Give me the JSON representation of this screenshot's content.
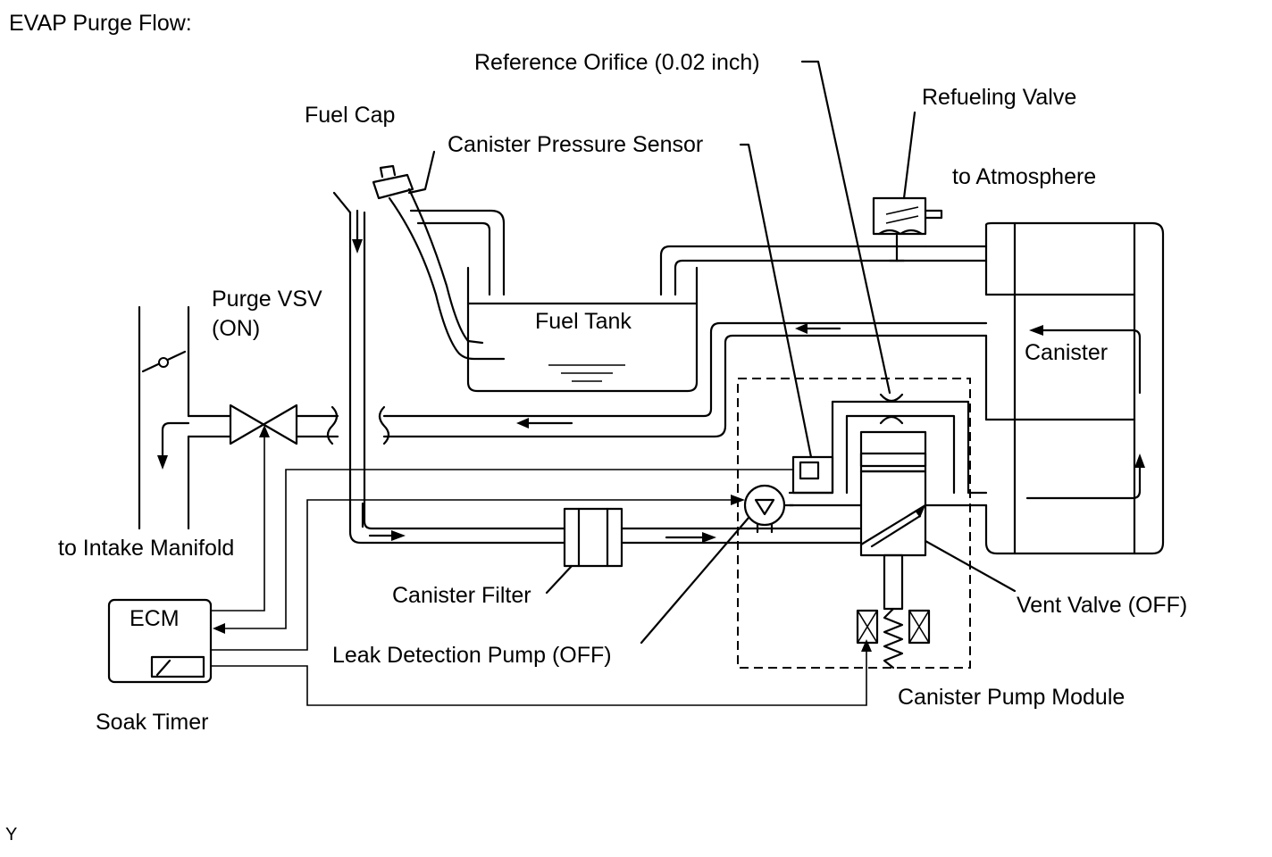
{
  "title": "EVAP Purge Flow:",
  "labels": {
    "reference_orifice": "Reference Orifice (0.02 inch)",
    "refueling_valve": "Refueling Valve",
    "fuel_cap": "Fuel Cap",
    "canister_pressure_sensor": "Canister Pressure Sensor",
    "to_atmosphere": "to Atmosphere",
    "purge_vsv_line1": "Purge VSV",
    "purge_vsv_line2": "(ON)",
    "fuel_tank": "Fuel Tank",
    "canister": "Canister",
    "to_intake_manifold": "to Intake Manifold",
    "canister_filter": "Canister Filter",
    "vent_valve": "Vent Valve (OFF)",
    "ecm": "ECM",
    "leak_detection_pump": "Leak Detection Pump (OFF)",
    "canister_pump_module": "Canister Pump Module",
    "soak_timer": "Soak Timer"
  },
  "corner_mark": "Y",
  "colors": {
    "line": "#000000",
    "background": "#ffffff"
  }
}
